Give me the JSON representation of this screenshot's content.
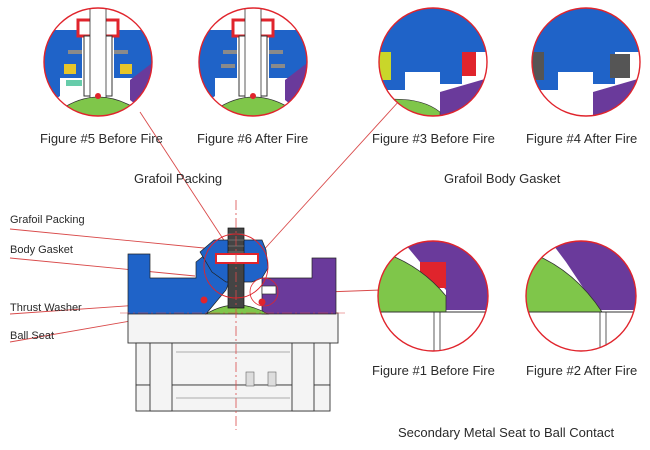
{
  "captions": {
    "fig5": "Figure #5  Before Fire",
    "fig6": "Figure #6  After Fire",
    "fig3": "Figure #3  Before Fire",
    "fig4": "Figure #4  After Fire",
    "fig1": "Figure #1  Before Fire",
    "fig2": "Figure #2  After Fire"
  },
  "groups": {
    "packing": "Grafoil Packing",
    "gasket": "Grafoil Body Gasket",
    "seat": "Secondary Metal Seat to Ball Contact"
  },
  "callouts": {
    "packing": "Grafoil Packing",
    "gasket": "Body Gasket",
    "washer": "Thrust Washer",
    "seat": "Ball Seat"
  },
  "colors": {
    "body_blue": "#1f63c8",
    "ball_green": "#7fc64a",
    "seat_purple": "#6a3a9b",
    "seal_red": "#e0242c",
    "leader_red": "#d94a4a",
    "outline": "#222222"
  }
}
